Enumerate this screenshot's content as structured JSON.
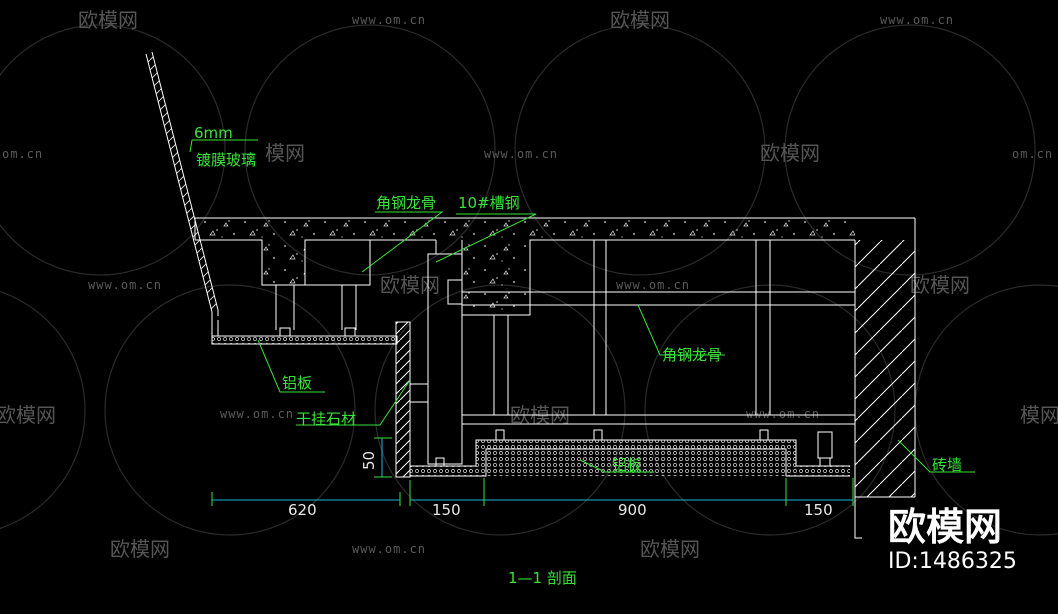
{
  "watermark": {
    "brand": "欧模网",
    "url": "www.om.cn",
    "url_partial": "om.cn",
    "brand_partial": "模网",
    "brand_cut": "欧模网"
  },
  "labels": {
    "glass": [
      "6mm",
      "镀膜玻璃"
    ],
    "angle_steel_top": "角钢龙骨",
    "channel_steel": "10#槽钢",
    "angle_steel_mid": "角钢龙骨",
    "aluminum_left": "铝板",
    "dry_stone": "干挂石材",
    "aluminum_bottom": "铝板",
    "brick_wall": "砖墙",
    "section_title": "1—1 剖面"
  },
  "dimensions": {
    "d620": "620",
    "d150a": "150",
    "d900": "900",
    "d150b": "150",
    "d50": "50"
  },
  "stamp": {
    "brand": "欧模网",
    "id": "ID:1486325"
  }
}
